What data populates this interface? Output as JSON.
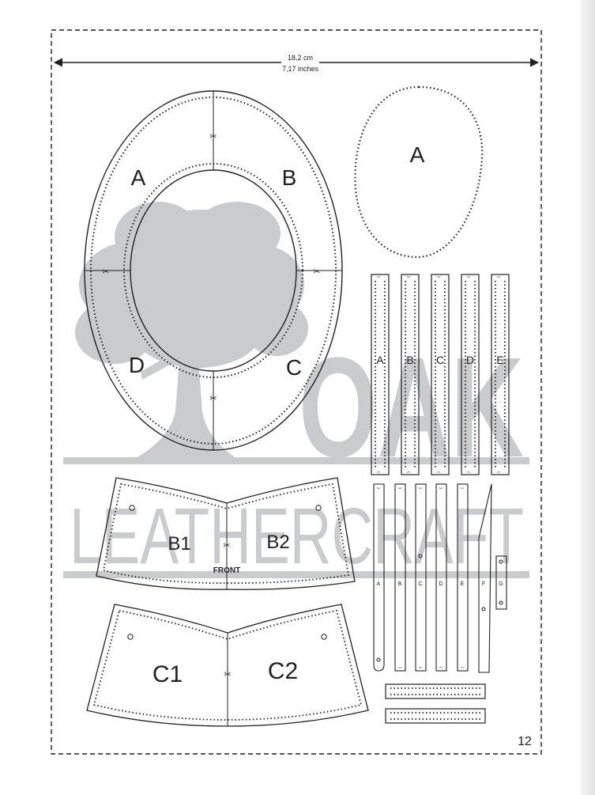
{
  "measurement": {
    "cm": "18,2 cm",
    "inches": "7,17 inches"
  },
  "watermark": {
    "word1": "OAK",
    "word2": "LEATHERCRAFT"
  },
  "ring_labels": [
    "A",
    "B",
    "C",
    "D"
  ],
  "sole_label": "A",
  "strap_labels": [
    "A",
    "B",
    "C",
    "D",
    "E"
  ],
  "thin_strap_labels": [
    "A",
    "B",
    "C",
    "D",
    "E",
    "F",
    "G"
  ],
  "front_pieces": {
    "b1": "B1",
    "b2": "B2",
    "front": "FRONT"
  },
  "back_pieces": {
    "c1": "C1",
    "c2": "C2"
  },
  "page_number": "12",
  "colors": {
    "line": "#231f20",
    "watermark": "#c9cbcc"
  }
}
